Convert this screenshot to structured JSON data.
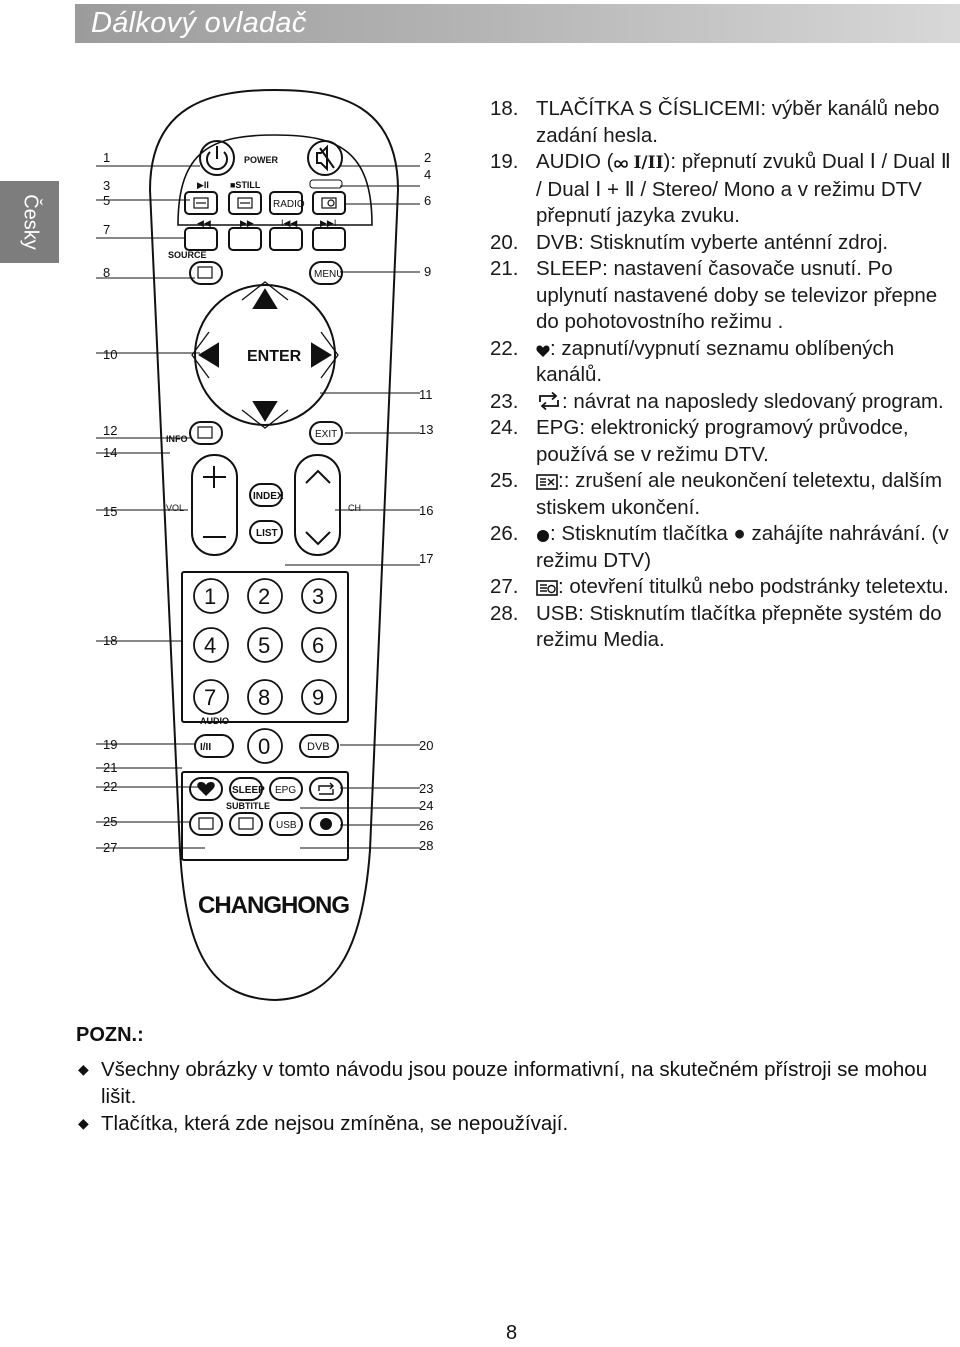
{
  "header": {
    "title": "Dálkový ovladač"
  },
  "language_tab": "Česky",
  "remote": {
    "brand": "CHANGHONG",
    "callouts_left": [
      "1",
      "3",
      "5",
      "7",
      "8",
      "10",
      "12",
      "14",
      "15",
      "18",
      "19",
      "21",
      "22",
      "25",
      "27"
    ],
    "callouts_right": [
      "2",
      "4",
      "6",
      "9",
      "11",
      "13",
      "16",
      "17",
      "20",
      "23",
      "24",
      "26",
      "28"
    ],
    "labels": {
      "power": "POWER",
      "play_pause": "▶II",
      "still": "■STILL",
      "radio": "RADIO",
      "source": "SOURCE",
      "menu": "MENU",
      "enter": "ENTER",
      "info": "INFO",
      "exit": "EXIT",
      "index": "INDEX",
      "list": "LIST",
      "vol": "VOL",
      "ch": "CH",
      "audio": "AUDIO",
      "audio_btn": "I/II",
      "dvb": "DVB",
      "sleep": "SLEEP",
      "epg": "EPG",
      "subtitle": "SUBTITLE",
      "usb": "USB"
    },
    "digits": [
      "1",
      "2",
      "3",
      "4",
      "5",
      "6",
      "7",
      "8",
      "9",
      "0"
    ]
  },
  "descriptions": [
    {
      "num": "18.",
      "text": "TLAČÍTKA S ČÍSLICEMI: výběr kanálů nebo zadání hesla."
    },
    {
      "num": "19.",
      "pre": "AUDIO (",
      "icon": "audio-icon",
      "post": "): přepnutí zvuků Dual Ⅰ / Dual Ⅱ / Dual Ⅰ + Ⅱ / Stereo/ Mono a v režimu DTV přepnutí jazyka zvuku."
    },
    {
      "num": "20.",
      "text": "DVB: Stisknutím vyberte anténní zdroj."
    },
    {
      "num": "21.",
      "text": "SLEEP: nastavení časovače usnutí. Po uplynutí nastavené doby se televizor přepne do pohotovostního režimu ."
    },
    {
      "num": "22.",
      "icon": "heart-icon",
      "post": ": zapnutí/vypnutí seznamu oblíbených kanálů."
    },
    {
      "num": "23.",
      "icon": "return-icon",
      "post": ": návrat na naposledy sledovaný program."
    },
    {
      "num": "24.",
      "text": "EPG: elektronický programový průvodce, používá se v režimu DTV."
    },
    {
      "num": "25.",
      "icon": "cancel-teletext-icon",
      "post": ":: zrušení ale neukončení teletextu, dalším stiskem ukončení."
    },
    {
      "num": "26.",
      "icon": "record-icon",
      "post": ": Stisknutím tlačítka ● zahájíte nahrávání. (v režimu DTV)"
    },
    {
      "num": "27.",
      "icon": "subtitle-icon",
      "post": ": otevření titulků nebo podstránky teletextu."
    },
    {
      "num": "28.",
      "text": "USB: Stisknutím tlačítka přepněte systém do režimu Media."
    }
  ],
  "note": {
    "title": "POZN.:",
    "items": [
      "Všechny obrázky v tomto návodu jsou pouze informativní, na skutečném přístroji se mohou lišit.",
      "Tlačítka, která zde nejsou zmíněna, se nepoužívají."
    ]
  },
  "page_number": "8"
}
